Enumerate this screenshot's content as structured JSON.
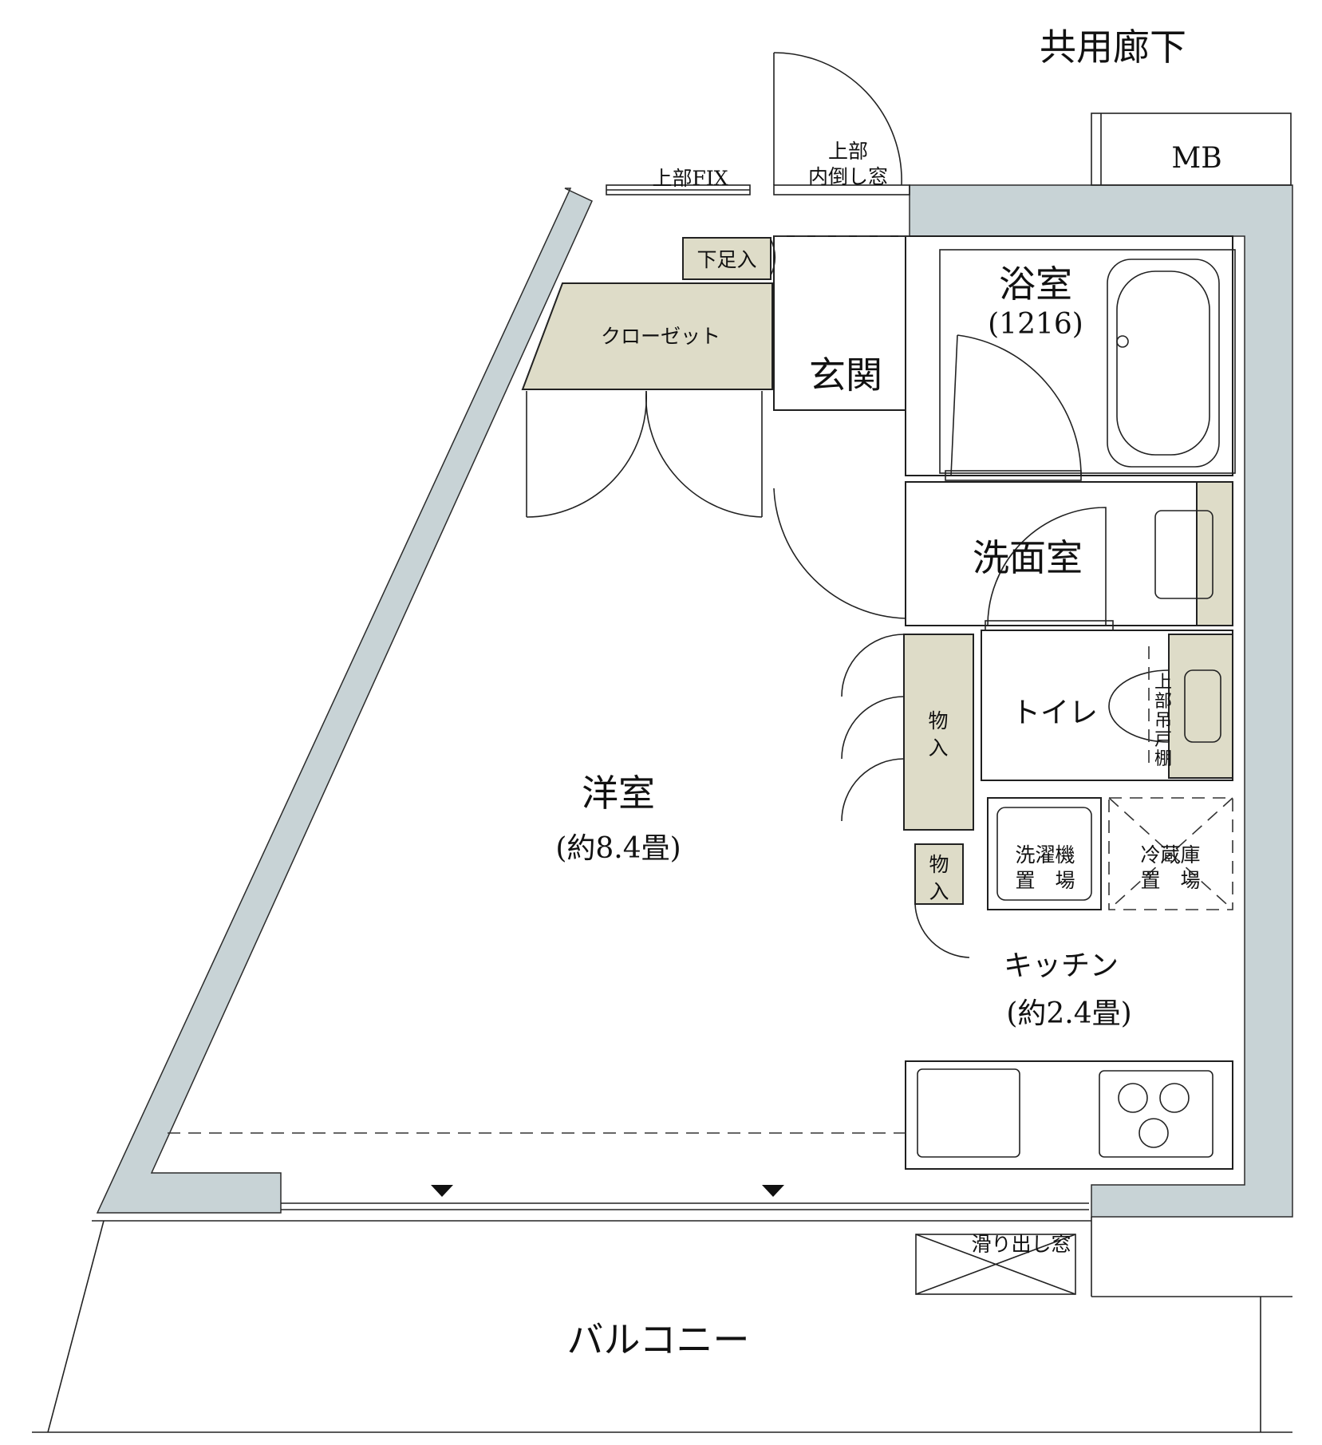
{
  "plan": {
    "corridor_label": "共用廊下",
    "mb_label": "MB",
    "upper_fix_label": "上部FIX",
    "upper_window_line1": "上部",
    "upper_window_line2": "内倒し窓",
    "shoe_storage_label": "下足入",
    "closet_label": "クローゼット",
    "entrance_label": "玄関",
    "bathroom_label": "浴室",
    "bathroom_size": "(1216)",
    "washroom_label": "洗面室",
    "toilet_label": "トイレ",
    "hanging_cabinet_chars": [
      "上",
      "部",
      "吊",
      "戸",
      "棚"
    ],
    "storage_label_chars": [
      "物",
      "入"
    ],
    "western_room_label": "洋室",
    "western_room_size": "(約8.4畳)",
    "washer_line1": "洗濯機",
    "washer_line2": "置　場",
    "fridge_line1": "冷蔵庫",
    "fridge_line2": "置　場",
    "kitchen_label": "キッチン",
    "kitchen_size": "(約2.4畳)",
    "sliding_window_label": "滑り出し窓",
    "balcony_label": "バルコニー"
  },
  "colors": {
    "wall": "#c8d3d6",
    "storage": "#dedcc8",
    "line": "#1f1f1f"
  }
}
